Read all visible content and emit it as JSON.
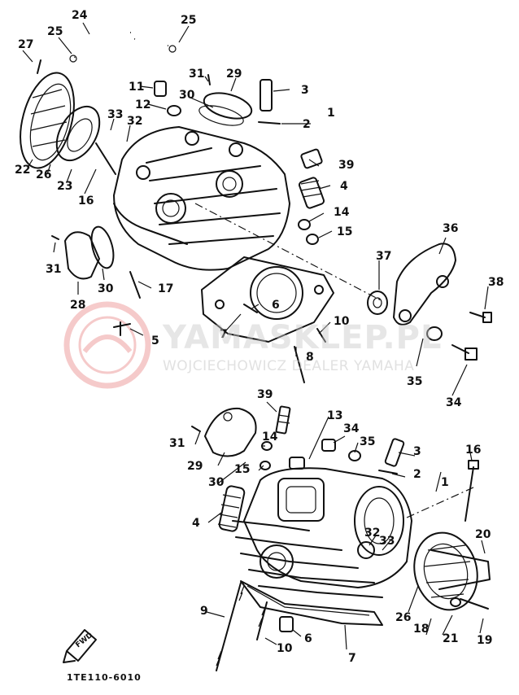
{
  "watermark": {
    "brand": "YAMASKLEP.PL",
    "subtitle": "WOJCIECHOWICZ DEALER YAMAHA"
  },
  "diagram_code": "1TE110-6010",
  "fwd_label": "FWD",
  "callouts": [
    {
      "id": "c24a",
      "label": "24"
    },
    {
      "id": "c25a",
      "label": "25"
    },
    {
      "id": "c25b",
      "label": "25"
    },
    {
      "id": "c27",
      "label": "27"
    },
    {
      "id": "c31a",
      "label": "31"
    },
    {
      "id": "c29a",
      "label": "29"
    },
    {
      "id": "c3a",
      "label": "3"
    },
    {
      "id": "c11",
      "label": "11"
    },
    {
      "id": "c30a",
      "label": "30"
    },
    {
      "id": "c12",
      "label": "12"
    },
    {
      "id": "c1a",
      "label": "1"
    },
    {
      "id": "c2a",
      "label": "2"
    },
    {
      "id": "c33a",
      "label": "33"
    },
    {
      "id": "c32a",
      "label": "32"
    },
    {
      "id": "c22",
      "label": "22"
    },
    {
      "id": "c26a",
      "label": "26"
    },
    {
      "id": "c23",
      "label": "23"
    },
    {
      "id": "c16a",
      "label": "16"
    },
    {
      "id": "c39a",
      "label": "39"
    },
    {
      "id": "c4a",
      "label": "4"
    },
    {
      "id": "c14a",
      "label": "14"
    },
    {
      "id": "c15a",
      "label": "15"
    },
    {
      "id": "c36",
      "label": "36"
    },
    {
      "id": "c31b",
      "label": "31"
    },
    {
      "id": "c37",
      "label": "37"
    },
    {
      "id": "c38",
      "label": "38"
    },
    {
      "id": "c30b",
      "label": "30"
    },
    {
      "id": "c17",
      "label": "17"
    },
    {
      "id": "c28",
      "label": "28"
    },
    {
      "id": "c6a",
      "label": "6"
    },
    {
      "id": "c5",
      "label": "5"
    },
    {
      "id": "c10a",
      "label": "10"
    },
    {
      "id": "c7a",
      "label": "7"
    },
    {
      "id": "c8",
      "label": "8"
    },
    {
      "id": "c35a",
      "label": "35"
    },
    {
      "id": "c34a",
      "label": "34"
    },
    {
      "id": "c39b",
      "label": "39"
    },
    {
      "id": "c13",
      "label": "13"
    },
    {
      "id": "c34b",
      "label": "34"
    },
    {
      "id": "c35b",
      "label": "35"
    },
    {
      "id": "c3b",
      "label": "3"
    },
    {
      "id": "c16b",
      "label": "16"
    },
    {
      "id": "c31c",
      "label": "31"
    },
    {
      "id": "c14b",
      "label": "14"
    },
    {
      "id": "c29b",
      "label": "29"
    },
    {
      "id": "c15b",
      "label": "15"
    },
    {
      "id": "c2b",
      "label": "2"
    },
    {
      "id": "c30c",
      "label": "30"
    },
    {
      "id": "c1b",
      "label": "1"
    },
    {
      "id": "c4b",
      "label": "4"
    },
    {
      "id": "c20",
      "label": "20"
    },
    {
      "id": "c32b",
      "label": "32"
    },
    {
      "id": "c33b",
      "label": "33"
    },
    {
      "id": "c9",
      "label": "9"
    },
    {
      "id": "c26b",
      "label": "26"
    },
    {
      "id": "c18",
      "label": "18"
    },
    {
      "id": "c21",
      "label": "21"
    },
    {
      "id": "c19",
      "label": "19"
    },
    {
      "id": "c6b",
      "label": "6"
    },
    {
      "id": "c10b",
      "label": "10"
    },
    {
      "id": "c7b",
      "label": "7"
    }
  ]
}
